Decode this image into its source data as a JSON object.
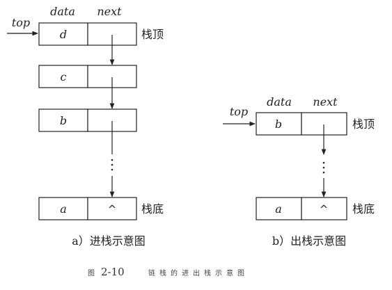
{
  "left": {
    "header_data": "data",
    "header_next": "next",
    "top_label": "top",
    "nodes": [
      {
        "data": "d",
        "next": ""
      },
      {
        "data": "c",
        "next": ""
      },
      {
        "data": "b",
        "next": ""
      },
      {
        "data": "a",
        "next": "^"
      }
    ],
    "top_side_label": "栈顶",
    "bottom_side_label": "栈底",
    "caption": "a）进栈示意图"
  },
  "right": {
    "header_data": "data",
    "header_next": "next",
    "top_label": "top",
    "nodes": [
      {
        "data": "b",
        "next": ""
      },
      {
        "data": "a",
        "next": "^"
      }
    ],
    "top_side_label": "栈顶",
    "bottom_side_label": "栈底",
    "caption": "b）出栈示意图"
  },
  "figure_caption": {
    "prefix": "图",
    "number": "2-10",
    "title": "链栈的进出栈示意图"
  },
  "colors": {
    "ink": "#222222",
    "background": "#ffffff"
  }
}
